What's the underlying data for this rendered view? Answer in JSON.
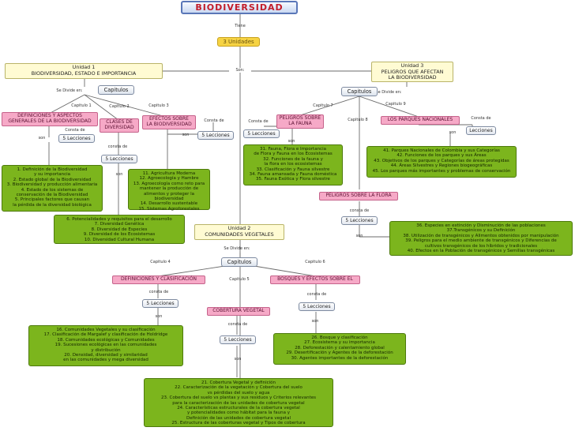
{
  "title": "BIODIVERSIDAD",
  "tiene": "Tiene",
  "tres_unidades": "3 Unidades",
  "son": "Son:",
  "se_divide_en": "Se Divide en:",
  "capitulos": "Capitulos",
  "consta_de": "consta de",
  "son_label": "son",
  "cinco_lecciones": "5 Lecciones",
  "lecciones": "Lecciones",
  "unit1": {
    "title": "Unidad 1\nBIODIVERSIDAD, ESTADO E IMPORTANCIA",
    "cap1": "Capitulo 1",
    "cap2": "Capitulo 2",
    "cap3": "Capitulo 3",
    "cap1_title": "DEFINICIONES Y ASPECTOS\nGENERALES DE LA BIODIVERSIDAD",
    "cap2_title": "CLASES DE\nDIVERSIDAD",
    "cap3_title": "EFECTOS SOBRE\nLA BIODIVERSIDAD",
    "cap1_consta": "Consta de",
    "cap3_consta": "Consta de",
    "cap1_lessons": "1. Definición de la Biodiversidad\ny su importancia\n2. Estado global de la Biodiversidad\n3. Biodiversidad y producción alimentaria\n4. Estado de los sistemas de\nconservación de la Biodiversidad\n5. Principales factores que causan\nla pérdida de la diversidad biológica",
    "cap2_lessons": "6. Potencialidades y requisitos para el desarrollo\n7. Diversidad Genética\n8. Diversidad de Especies\n9. Diversidad de los Ecosistemas\n10. Diversidad Cultural Humana",
    "cap3_lessons": "11. Agricultura Moderna\n12. Agroecología y Hambre\n13. Agroecología como reto para\nmantener la producción de\nalimentos y proteger la biodiversidad\n14. Desarrollo sustentable\n15. Sistemas Agroforestales"
  },
  "unit2": {
    "title": "Unidad 2\nCOMUNIDADES VEGETALES",
    "se_divide_en": "Se Divide en:",
    "cap4": "Capitulo 4",
    "cap5": "Capitulo 5",
    "cap6": "Capitulo 6",
    "cap4_title": "DEFINICIONES Y CLASIFICACIÓN",
    "cap5_title": "COBERTURA VEGETAL",
    "cap6_title": "BOSQUES Y EFECTOS SOBRE EL",
    "cap4_lessons": "16. Comunidades Vegetales y su clasificación\n17. Clasificación de Margalef y clasificación de Holdridge\n18. Comunidades ecológicas y Comunidades\n19. Sucesiones ecológicas en las comunidades\ny distribución\n20. Densidad, diversidad y similaridad\nen las comunidades y mega diversidad",
    "cap5_lessons": "21. Cobertura Vegetal y definición\n22. Caracterización de la vegetación y Cobertura del suelo\nvs pérdidas del suelo y agua\n23. Cobertura del suelo vs plantas y sus residuos y Criterios relevantes\npara la caracterización de las unidades de cobertura vegetal\n24. Características estructurales de la cobertura vegetal\ny potencialidades como hábitat para la fauna y\nDefinición de las unidades de cobertura vegetal\n25. Estructura de las coberturas vegetal y Tipos de cobertura",
    "cap6_lessons": "26. Bosque y clasificación\n27. Ecosistema y su importancia\n28. Deforestación y calentamiento global\n29. Desertificación y Agentes de la deforestación\n30. Agentes importantes de la deforestación"
  },
  "unit3": {
    "title": "Unidad 3\nPELIGROS QUE AFECTAN\nLA BIODIVERSIDAD",
    "se_divide_en": "Se Divide en:",
    "cap7": "Capitulo 7",
    "cap8": "Capitulo 8",
    "cap9": "Capitulo 9",
    "cap7_title": "PELIGROS SOBRE\nLA FAUNA",
    "cap8_title": "PELIGROS SOBRE LA FLORA",
    "cap9_title": "LOS PARQUES NACIONALES",
    "cap7_consta": "Consta de",
    "cap9_consta": "Consta de",
    "cap7_lessons": "31. Fauna, Flora e Importancia\nde Flora y Fauna en los Ecosistemas\n32. Funciones de la fauna y\nla flora en los ecosistemas\n33. Clasificación y Fauna silvestre\n34. Fauna amansada y Fauna doméstica\n35. Fauna Exótica y Flora silvestre",
    "cap8_lessons": "36. Especies en extinción y Disminución de las poblaciones\n37.Transgénicos y su Definición\n38. Utilización de transgénicos y Alimentos obtenidos por manipulación\n39. Peligros para el medio ambiente de transgénicos y Diferencias de\ncultivos transgénicos de los híbridos y tradicionales\n40. Efectos en la Población de transgénicos y Semillas transgénicas",
    "cap9_lessons": "41. Parques Nacionales de Colombia y sus Categorías\n42. Funciones de los parques y sus Áreas\n43. Objetivos de los parques y Categorías de áreas protegidas\n44. Áreas Silvestres y Regiones biogeográficas\n45. Los parques más importantes y problemas de conservación"
  }
}
